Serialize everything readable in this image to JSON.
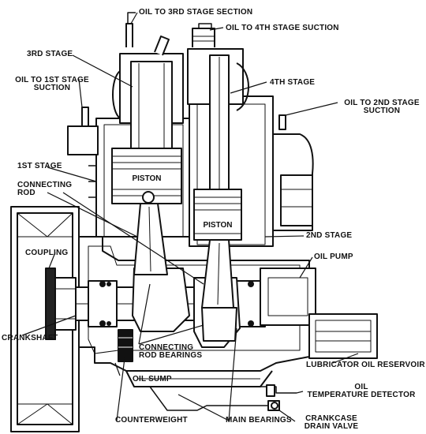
{
  "diagram": {
    "line_color": "#111111",
    "background": "#ffffff",
    "labels": {
      "oil_3rd": "OIL TO 3RD STAGE SECTION",
      "oil_4th": "OIL TO 4TH STAGE SUCTION",
      "stage_3rd": "3RD STAGE",
      "oil_1st_line1": "OIL TO 1ST STAGE",
      "oil_1st_line2": "SUCTION",
      "stage_4th": "4TH STAGE",
      "oil_2nd_line1": "OIL TO 2ND STAGE",
      "oil_2nd_line2": "SUCTION",
      "stage_1st": "1ST STAGE",
      "conn_rod_line1": "CONNECTING",
      "conn_rod_line2": "ROD",
      "piston_upper": "PISTON",
      "piston_lower": "PISTON",
      "stage_2nd": "2ND STAGE",
      "coupling": "COUPLING",
      "oil_pump": "OIL PUMP",
      "crankshaft": "CRANKSHAFT",
      "conn_rod_bearings_line1": "CONNECTING",
      "conn_rod_bearings_line2": "ROD BEARINGS",
      "lube_reservoir": "LUBRICATOR OIL RESERVOIR",
      "oil_sump": "OIL SUMP",
      "oil_temp_line1": "OIL",
      "oil_temp_line2": "TEMPERATURE DETECTOR",
      "counterweight": "COUNTERWEIGHT",
      "main_bearings": "MAIN BEARINGS",
      "drain_line1": "CRANKCASE",
      "drain_line2": "DRAIN VALVE"
    }
  }
}
